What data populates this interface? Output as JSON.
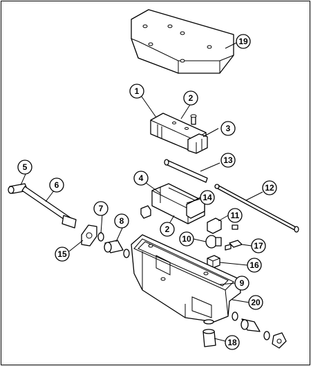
{
  "callouts": [
    {
      "id": "1",
      "label": "1"
    },
    {
      "id": "2a",
      "label": "2"
    },
    {
      "id": "3",
      "label": "3"
    },
    {
      "id": "4",
      "label": "4"
    },
    {
      "id": "5",
      "label": "5"
    },
    {
      "id": "6",
      "label": "6"
    },
    {
      "id": "7",
      "label": "7"
    },
    {
      "id": "8",
      "label": "8"
    },
    {
      "id": "9",
      "label": "9"
    },
    {
      "id": "10",
      "label": "10"
    },
    {
      "id": "11",
      "label": "11"
    },
    {
      "id": "12",
      "label": "12"
    },
    {
      "id": "13",
      "label": "13"
    },
    {
      "id": "14",
      "label": "14"
    },
    {
      "id": "15",
      "label": "15"
    },
    {
      "id": "16",
      "label": "16"
    },
    {
      "id": "17",
      "label": "17"
    },
    {
      "id": "18",
      "label": "18"
    },
    {
      "id": "19",
      "label": "19"
    },
    {
      "id": "20",
      "label": "20"
    },
    {
      "id": "2b",
      "label": "2"
    }
  ]
}
